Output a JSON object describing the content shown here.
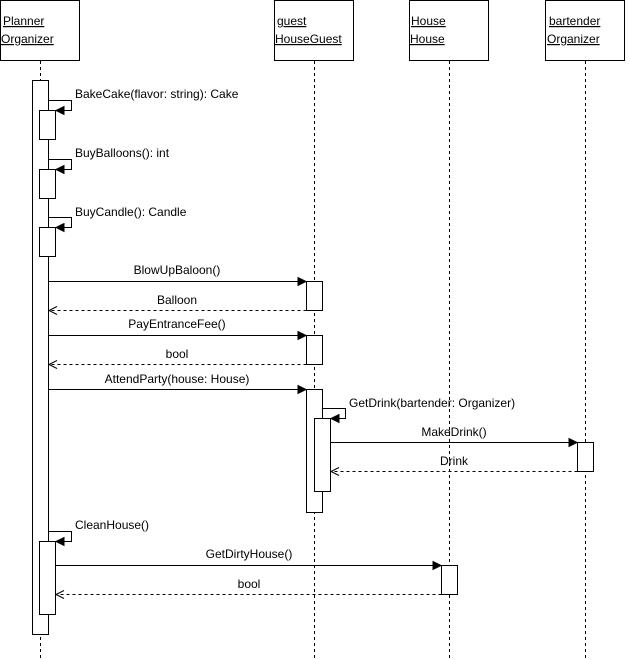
{
  "diagram": {
    "type": "UML sequence diagram",
    "participants": [
      {
        "id": "planner",
        "name": "Planner",
        "type": "Organizer"
      },
      {
        "id": "guest",
        "name": "guest",
        "type": "HouseGuest"
      },
      {
        "id": "house",
        "name": "House",
        "type": "House"
      },
      {
        "id": "bartender",
        "name": "bartender",
        "type": "Organizer"
      }
    ],
    "messages": [
      {
        "from": "planner",
        "to": "planner",
        "label": "BakeCake(flavor: string): Cake",
        "kind": "self"
      },
      {
        "from": "planner",
        "to": "planner",
        "label": "BuyBalloons(): int",
        "kind": "self"
      },
      {
        "from": "planner",
        "to": "planner",
        "label": "BuyCandle(): Candle",
        "kind": "self"
      },
      {
        "from": "planner",
        "to": "guest",
        "label": "BlowUpBaloon()",
        "kind": "call"
      },
      {
        "from": "guest",
        "to": "planner",
        "label": "Balloon",
        "kind": "return"
      },
      {
        "from": "planner",
        "to": "guest",
        "label": "PayEntranceFee()",
        "kind": "call"
      },
      {
        "from": "guest",
        "to": "planner",
        "label": "bool",
        "kind": "return"
      },
      {
        "from": "planner",
        "to": "guest",
        "label": "AttendParty(house: House)",
        "kind": "call"
      },
      {
        "from": "guest",
        "to": "guest",
        "label": "GetDrink(bartender: Organizer)",
        "kind": "self"
      },
      {
        "from": "guest",
        "to": "bartender",
        "label": "MakeDrink()",
        "kind": "call"
      },
      {
        "from": "bartender",
        "to": "guest",
        "label": "Drink",
        "kind": "return"
      },
      {
        "from": "planner",
        "to": "planner",
        "label": "CleanHouse()",
        "kind": "self"
      },
      {
        "from": "planner",
        "to": "house",
        "label": "GetDirtyHouse()",
        "kind": "call"
      },
      {
        "from": "house",
        "to": "planner",
        "label": "bool",
        "kind": "return"
      }
    ]
  }
}
